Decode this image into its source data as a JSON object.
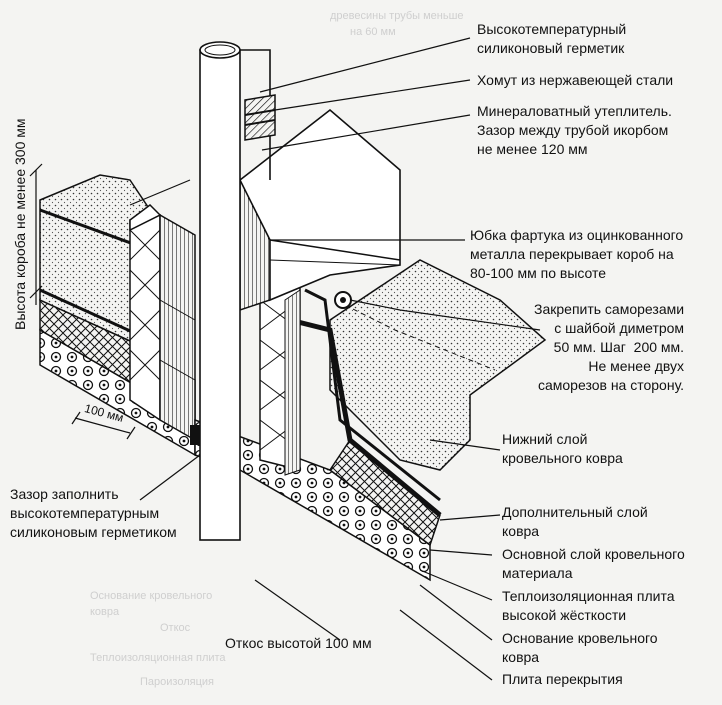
{
  "labels": {
    "sealant_top": "Высокотемпературный\nсиликоновый герметик",
    "clamp": "Хомут из нержавеющей стали",
    "insulation": "Минераловатный утеплитель.\nЗазор между трубой икорбом\nне менее 120 мм",
    "skirt": "Юбка фартука из оцинкованного\nметалла перекрывает короб на\n80-100 мм по высоте",
    "screws": "Закрепить саморезами\nс шайбой диметром\n50 мм. Шаг  200 мм.\nНе менее двух\nсаморезов на сторону.",
    "bottom_layer": "Нижний слой\nкровельного ковра",
    "extra_layer": "Дополнительный слой\nковра",
    "main_layer": "Основной слой кровельного\nматериала",
    "insulation_board": "Теплоизоляционная плита\nвысокой жёсткости",
    "roof_base": "Основание кровельного\nковра",
    "slab": "Плита перекрытия",
    "slope": "Откос высотой 100 мм",
    "gap_fill": "Зазор заполнить\nвысокотемпературным\nсиликоновым герметиком",
    "box_height": "Высота короба не менее 300 мм",
    "dim_100": "100 мм"
  },
  "ghost_text": {
    "g1": "древесины трубы меньше",
    "g2": "на 60 мм",
    "g3": "Основание кровельного",
    "g4": "ковра",
    "g5": "Откос",
    "g6": "Теплоизоляционная плита",
    "g7": "Пароизоляция"
  },
  "colors": {
    "ink": "#111111",
    "paper": "#f4f4f2",
    "ghost": "#cfcfcf"
  }
}
